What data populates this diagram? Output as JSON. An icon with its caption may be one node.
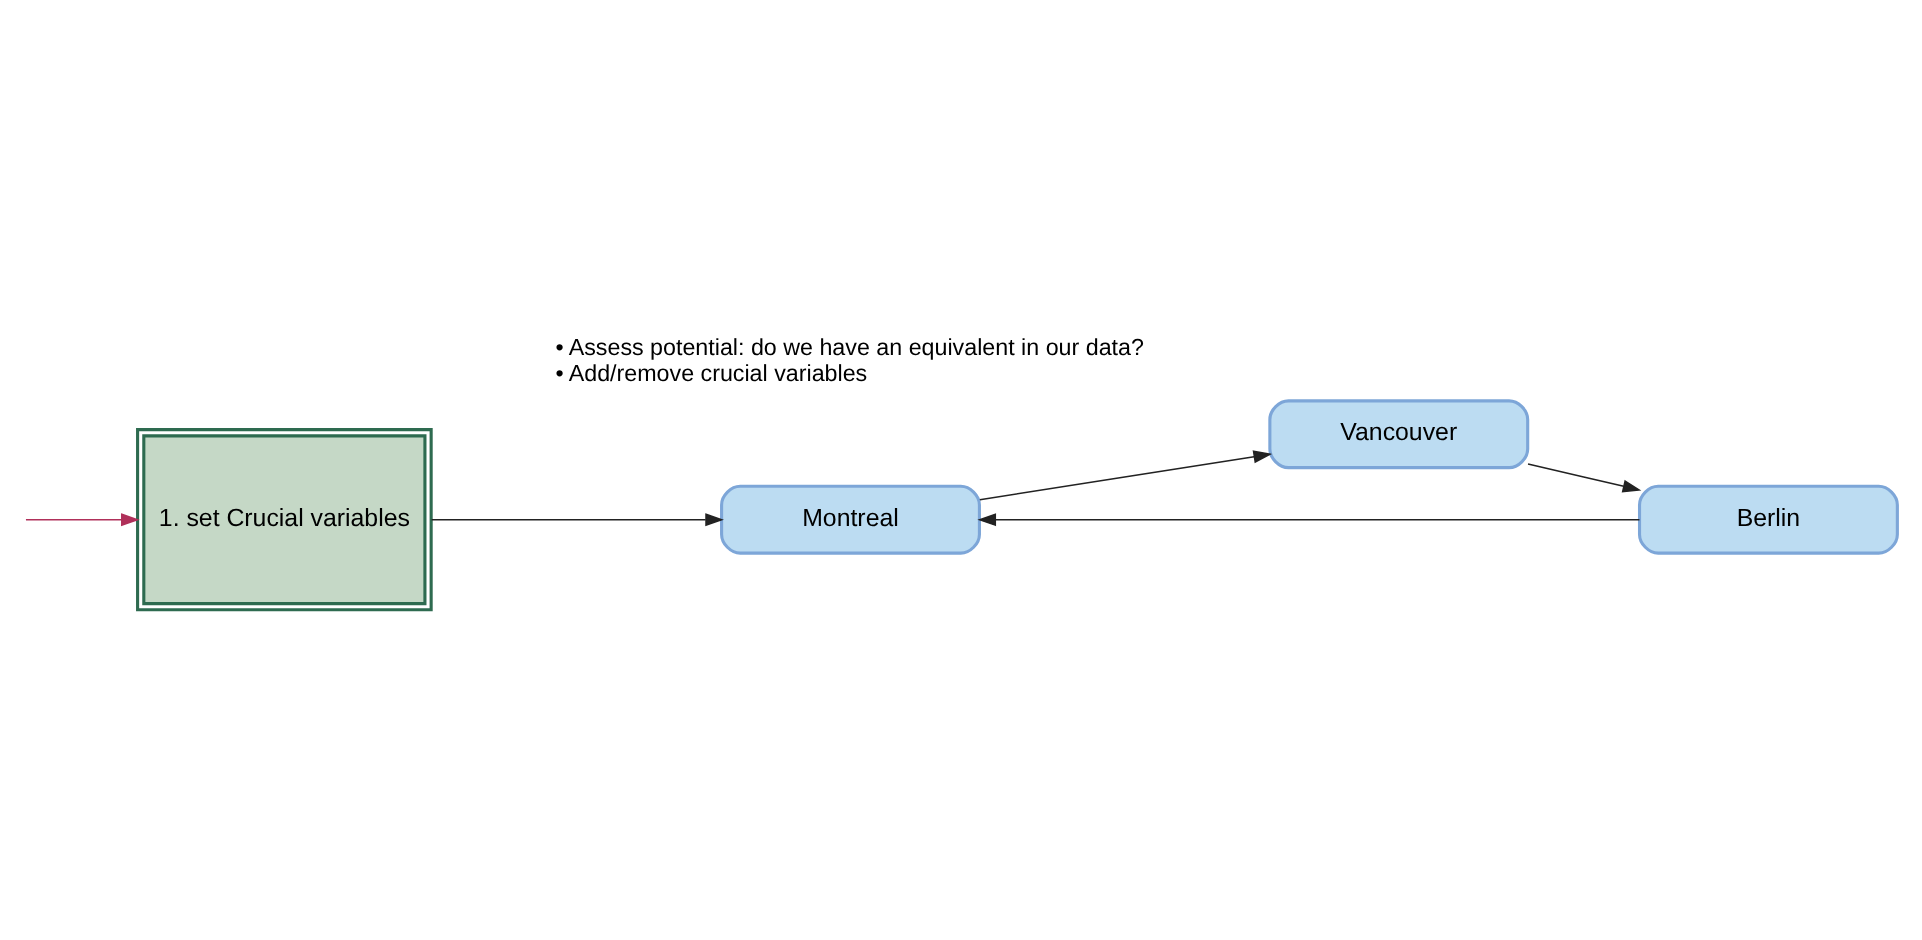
{
  "diagram": {
    "nodes": [
      {
        "text": [
          "1. set Crucial variables"
        ]
      },
      {
        "text": [
          "Montreal"
        ]
      },
      {
        "text": [
          "Vancouver"
        ]
      },
      {
        "text": [
          "Berlin"
        ]
      }
    ],
    "edges": [
      {
        "from": null,
        "to": 0,
        "arrow": "to",
        "color": "#b0305a"
      },
      {
        "from": 0,
        "to": 1,
        "arrow": "to"
      },
      {
        "from": 3,
        "to": 1,
        "arrow": "to"
      },
      {
        "from": 1,
        "to": 2,
        "arrow": "to"
      },
      {
        "from": 2,
        "to": 3,
        "arrow": "to"
      }
    ],
    "labels": [
      "• Assess potential: do we have an equivalent in our data?",
      "• Add/remove crucial variables"
    ]
  }
}
